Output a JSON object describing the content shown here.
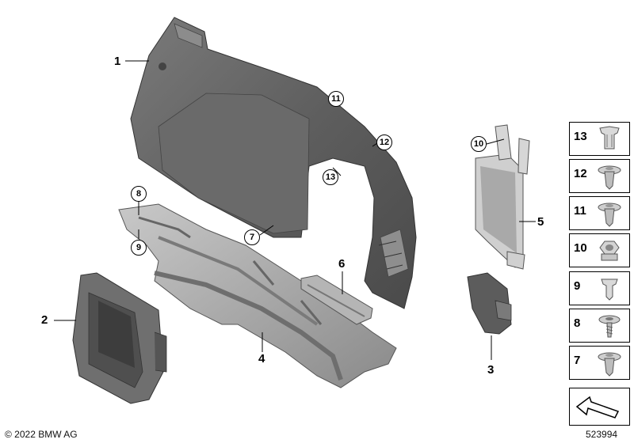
{
  "callouts": {
    "c1": "1",
    "c2": "2",
    "c3": "3",
    "c4": "4",
    "c5": "5",
    "c6": "6",
    "c7": "7",
    "c8": "8",
    "c9": "9",
    "c10": "10",
    "c11": "11",
    "c12": "12",
    "c13": "13"
  },
  "sidebar": {
    "items": [
      {
        "num": "13",
        "icon": "clip-icon"
      },
      {
        "num": "12",
        "icon": "expanding-rivet-icon"
      },
      {
        "num": "11",
        "icon": "expanding-rivet-icon"
      },
      {
        "num": "10",
        "icon": "nut-icon"
      },
      {
        "num": "9",
        "icon": "clip-icon"
      },
      {
        "num": "8",
        "icon": "screw-icon"
      },
      {
        "num": "7",
        "icon": "expanding-rivet-icon"
      }
    ]
  },
  "footer": {
    "copyright": "© 2022 BMW AG",
    "diagram_number": "523994"
  }
}
